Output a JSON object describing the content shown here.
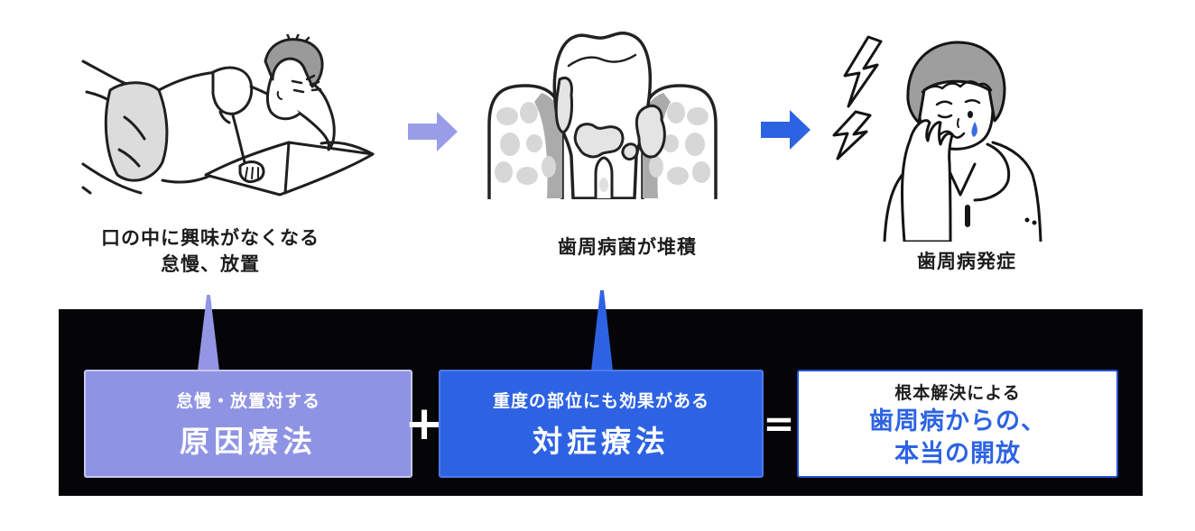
{
  "figure": {
    "steps": [
      {
        "icon": "person-lying-reading-icon",
        "caption_lines": [
          "口の中に興味がなくなる",
          "怠慢、放置"
        ]
      },
      {
        "icon": "tooth-plaque-icon",
        "caption_lines": [
          "歯周病菌が堆積"
        ]
      },
      {
        "icon": "toothache-man-icon",
        "caption_lines": [
          "歯周病発症"
        ]
      }
    ],
    "arrows": [
      {
        "icon": "arrow-right-icon",
        "color": "#999de8"
      },
      {
        "icon": "arrow-right-icon",
        "color": "#2d63e3"
      }
    ],
    "banner": {
      "background": "#050508",
      "plus": "+",
      "equals": "=",
      "cause_box": {
        "subtitle": "怠慢・放置対する",
        "title": "原因療法",
        "bg": "#8f93e3",
        "border": "#c7c8f0"
      },
      "symptomatic_box": {
        "subtitle": "重度の部位にも効果がある",
        "title": "対症療法",
        "bg": "#2d63e3",
        "border": "#4d79ec"
      },
      "result_box": {
        "subtitle": "根本解決による",
        "title_lines": [
          "歯周病からの、",
          "本当の開放"
        ],
        "bg": "#ffffff",
        "border": "#2353d6",
        "title_color": "#2d63e3"
      }
    },
    "colors": {
      "accent_purple": "#8f93e3",
      "accent_blue": "#2d63e3",
      "banner_black": "#050508",
      "illustration_gray": "#dcdcdc",
      "hair_gray": "#9a9a9a",
      "tear_blue": "#3a6ce0"
    }
  }
}
